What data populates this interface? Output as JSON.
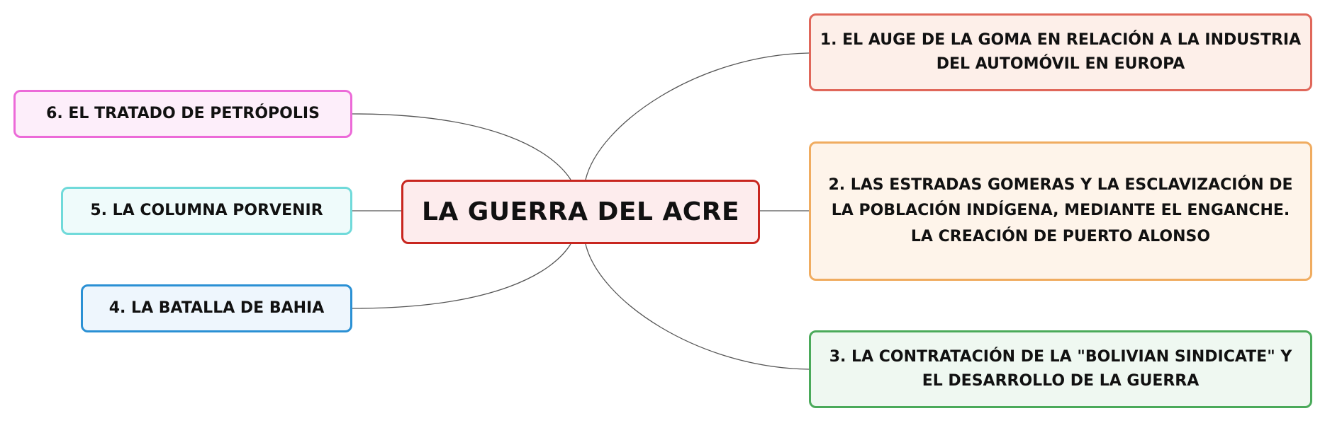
{
  "diagram": {
    "central_topic": "LA GUERRA DEL ACRE",
    "topics": [
      {
        "id": "n1",
        "lines": [
          "1. EL AUGE DE LA GOMA EN RELACIÓN A LA INDUSTRIA",
          "DEL AUTOMÓVIL EN EUROPA"
        ],
        "color": "#e0675a"
      },
      {
        "id": "n2",
        "lines": [
          "2. LAS ESTRADAS GOMERAS Y LA ESCLAVIZACIÓN DE",
          "LA POBLACIÓN INDÍGENA, MEDIANTE EL ENGANCHE.",
          "LA CREACIÓN DE PUERTO ALONSO"
        ],
        "color": "#f0ac60"
      },
      {
        "id": "n3",
        "lines": [
          "3. LA CONTRATACIÓN DE LA \"BOLIVIAN SINDICATE\" Y",
          "EL DESARROLLO DE LA GUERRA"
        ],
        "color": "#4aaa5a"
      },
      {
        "id": "n4",
        "lines": [
          "4. LA BATALLA DE BAHIA"
        ],
        "color": "#2a90d4"
      },
      {
        "id": "n5",
        "lines": [
          "5. LA COLUMNA PORVENIR"
        ],
        "color": "#70dada"
      },
      {
        "id": "n6",
        "lines": [
          "6. EL TRATADO DE PETRÓPOLIS"
        ],
        "color": "#ec6ad8"
      }
    ],
    "central_color": "#c8261f"
  }
}
